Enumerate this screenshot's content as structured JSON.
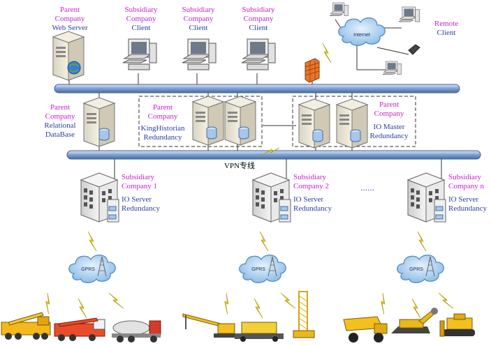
{
  "labels": {
    "parent_web": {
      "line1": "Parent",
      "line2": "Company",
      "line3": "Web Server"
    },
    "sub_client_1": {
      "line1": "Subsidiary",
      "line2": "Company",
      "line3": "Client"
    },
    "sub_client_2": {
      "line1": "Subsidiary",
      "line2": "Company",
      "line3": "Client"
    },
    "sub_client_3": {
      "line1": "Subsidiary",
      "line2": "Company",
      "line3": "Client"
    },
    "remote_client": {
      "line1": "Remote",
      "line2": "Client"
    },
    "relational_db": {
      "line1": "Parent",
      "line2": "Company",
      "line3": "Relational",
      "line4": "DataBase"
    },
    "kinghistorian": {
      "line1": "Parent",
      "line2": "Company",
      "line3": "KingHistorian",
      "line4": "Redundancy"
    },
    "io_master": {
      "line1": "Parent",
      "line2": "Company",
      "line3": "IO Master",
      "line4": "Redundancy"
    },
    "sub_1": {
      "line1": "Subsidiary",
      "line2": "Company 1",
      "line3": "IO Server",
      "line4": "Redundancy"
    },
    "sub_2": {
      "line1": "Subsidiary",
      "line2": "Company 2",
      "line3": "IO Server",
      "line4": "Redundancy"
    },
    "sub_n": {
      "line1": "Subsidiary",
      "line2": "Company n",
      "line3": "IO Server",
      "line4": "Redundancy"
    },
    "internet": "Internet",
    "vpn": "VPN专线",
    "gprs_1": "GPRS",
    "gprs_2": "GPRS",
    "gprs_3": "GPRS",
    "ellipsis": "......"
  },
  "colors": {
    "label_pink": "#c81ec8",
    "label_blue": "#2a3f9e",
    "bus_fill": "#7e9fcf",
    "cloud_fill": "#a7cdf0",
    "lightning": "#f2e21a",
    "firewall": "#e8762a"
  }
}
